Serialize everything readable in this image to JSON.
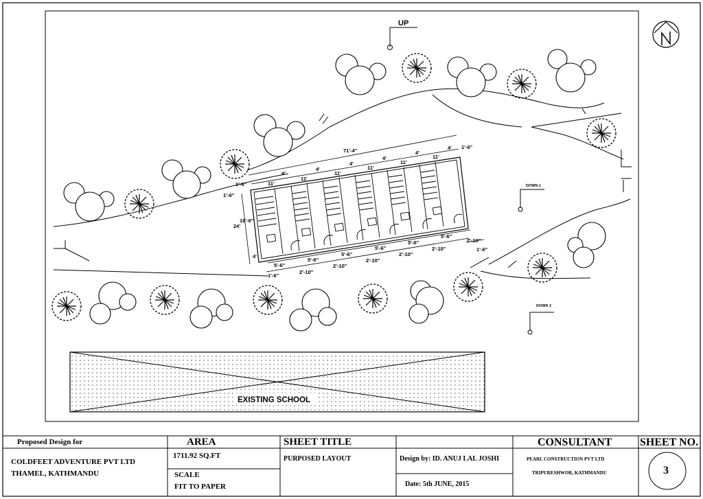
{
  "labels": {
    "up": "UP",
    "down_1": "DOWN 1",
    "down_2": "DOWN 2",
    "existing_school": "EXISTING SCHOOL"
  },
  "dimensions": {
    "overall_length": "71'-4\"",
    "end_right_top": "1'-6\"",
    "end_left_top": "1'-6\"",
    "left_top": "1'-6\"",
    "left_depth": "24'",
    "left_inner_depth": "18'-6\"",
    "left_bottom": "4'",
    "bottom_left_end": "1'-6\"",
    "bottom_right_end": "1'-6\"",
    "bottom_right_b": "2'-10\"",
    "module_width": "11'",
    "gap_width": "4'",
    "front_width": "5'-6\"",
    "front_gap": "2'-10\""
  },
  "title_block": {
    "proposed_for_header": "Proposed Design for",
    "client_line1": "COLDFEET ADVENTURE PVT LTD",
    "client_line2": "THAMEL, KATHMANDU",
    "area_header": "AREA",
    "area_value": "1711.92 SQ.FT",
    "scale_label": "SCALE",
    "scale_value": "FIT TO PAPER",
    "sheet_title_header": "SHEET TITLE",
    "sheet_title_value": "PURPOSED LAYOUT",
    "designer": "Design by: ID. ANUJ LAL JOSHI",
    "date": "Date: 5th JUNE, 2015",
    "consultant_header": "CONSULTANT",
    "consultant_name": "PEARL CONSTRUCTION PVT LTD",
    "consultant_location": "TRIPURESHWOR, KATHMANDU",
    "sheet_no_header": "SHEET NO.",
    "sheet_no_value": "3"
  },
  "icons": [
    "north-arrow-icon",
    "tree-symbol-icon",
    "shrub-cluster-icon"
  ],
  "colors": {
    "ink": "#000000",
    "paper": "#ffffff"
  }
}
